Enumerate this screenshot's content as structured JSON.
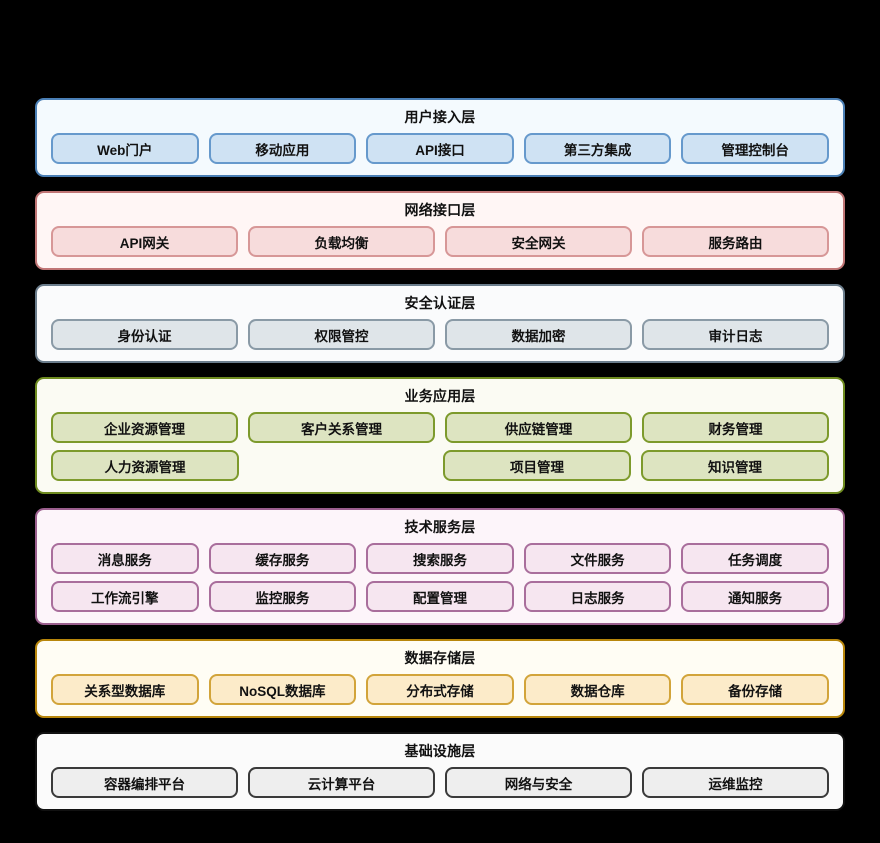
{
  "diagram": {
    "layers": [
      {
        "id": "user-access",
        "title": "用户接入层",
        "rows": [
          [
            "Web门户",
            "移动应用",
            "API接口",
            "第三方集成",
            "管理控制台"
          ]
        ]
      },
      {
        "id": "network-interface",
        "title": "网络接口层",
        "rows": [
          [
            "API网关",
            "负载均衡",
            "安全网关",
            "服务路由"
          ]
        ]
      },
      {
        "id": "security-auth",
        "title": "安全认证层",
        "rows": [
          [
            "身份认证",
            "权限管控",
            "数据加密",
            "审计日志"
          ]
        ]
      },
      {
        "id": "business-application",
        "title": "业务应用层",
        "rows": [
          [
            "企业资源管理",
            "客户关系管理",
            "供应链管理",
            "财务管理"
          ],
          [
            "人力资源管理",
            "",
            "项目管理",
            "知识管理"
          ]
        ]
      },
      {
        "id": "technical-service",
        "title": "技术服务层",
        "rows": [
          [
            "消息服务",
            "缓存服务",
            "搜索服务",
            "文件服务",
            "任务调度"
          ],
          [
            "工作流引擎",
            "监控服务",
            "配置管理",
            "日志服务",
            "通知服务"
          ]
        ]
      },
      {
        "id": "data-storage",
        "title": "数据存储层",
        "rows": [
          [
            "关系型数据库",
            "NoSQL数据库",
            "分布式存储",
            "数据仓库",
            "备份存储"
          ]
        ]
      },
      {
        "id": "infrastructure",
        "title": "基础设施层",
        "rows": [
          [
            "容器编排平台",
            "云计算平台",
            "网络与安全",
            "运维监控"
          ]
        ]
      }
    ],
    "colors": {
      "background": "#000000",
      "user_access_border": "#4a7fb5",
      "user_access_node": "#cfe2f3",
      "network_border": "#c07575",
      "network_node": "#f7dcdc",
      "security_border": "#6b7d8c",
      "security_node": "#dfe5e9",
      "business_border": "#6e8b1f",
      "business_node": "#dde4c1",
      "tech_border": "#9b5f8e",
      "tech_node": "#f6e6f0",
      "data_border": "#b8860b",
      "data_node": "#fcebc9",
      "infra_border": "#111111",
      "infra_node": "#eeeeee"
    }
  }
}
